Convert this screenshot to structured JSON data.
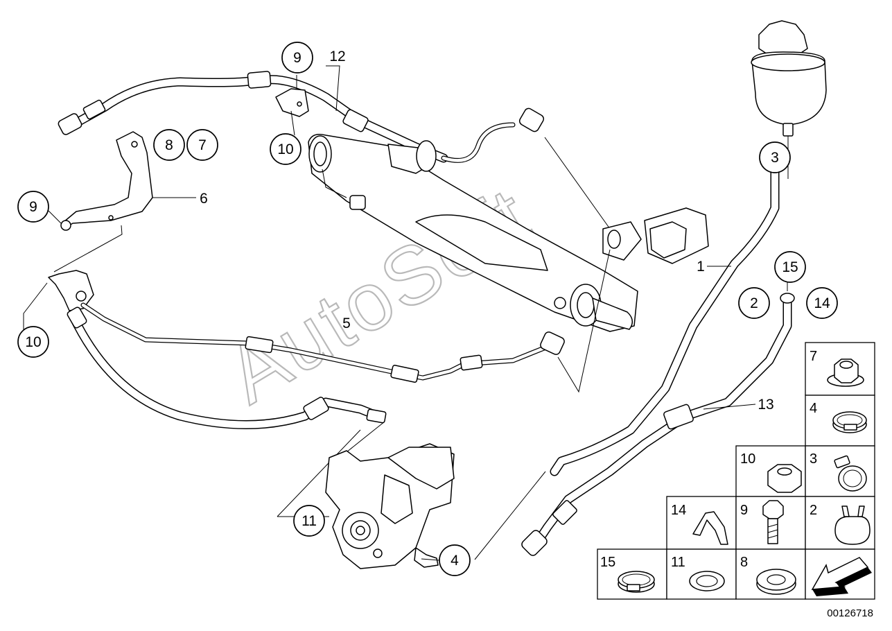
{
  "diagram_id": "00126718",
  "watermark": "AutoSoft",
  "parts_grid": [
    {
      "key": "c7",
      "label": "7",
      "icon": "hex-flange-nut-icon"
    },
    {
      "key": "c4",
      "label": "4",
      "icon": "hose-clamp-icon"
    },
    {
      "key": "c10",
      "label": "10",
      "icon": "hex-nut-icon"
    },
    {
      "key": "c3",
      "label": "3",
      "icon": "worm-clamp-icon"
    },
    {
      "key": "c14",
      "label": "14",
      "icon": "retaining-clip-icon"
    },
    {
      "key": "c9",
      "label": "9",
      "icon": "hex-bolt-icon"
    },
    {
      "key": "c2",
      "label": "2",
      "icon": "spring-clamp-icon"
    },
    {
      "key": "c15",
      "label": "15",
      "icon": "band-clamp-icon"
    },
    {
      "key": "c11",
      "label": "11",
      "icon": "seal-ring-icon"
    },
    {
      "key": "c8",
      "label": "8",
      "icon": "washer-icon"
    },
    {
      "key": "arrow",
      "label": "",
      "icon": "direction-arrow-icon"
    }
  ],
  "callouts": {
    "c9_top": "9",
    "l12": "12",
    "c10_top": "10",
    "c8": "8",
    "c7": "7",
    "l6": "6",
    "c9_left": "9",
    "c10_left": "10",
    "l5": "5",
    "c11": "11",
    "c4": "4",
    "c3": "3",
    "l1": "1",
    "c15": "15",
    "c2": "2",
    "c14": "14",
    "l13": "13"
  }
}
